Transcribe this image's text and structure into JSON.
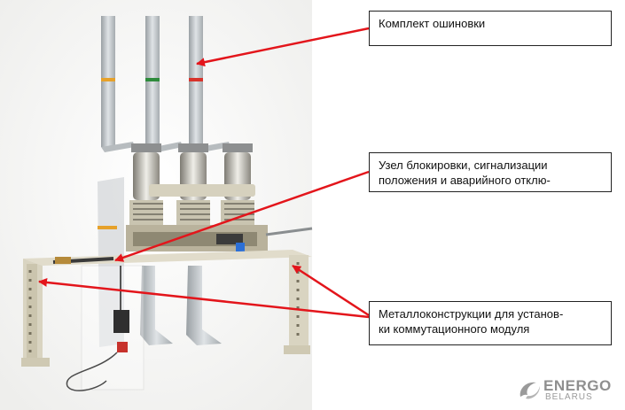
{
  "labels": {
    "busbar_kit": "Комплект ошиновки",
    "interlock_line1": "Узел блокировки, сигнализации",
    "interlock_line2": "положения и аварийного отклю-",
    "frame_line1": "Металлоконструкции для установ-",
    "frame_line2": "ки коммутационного модуля"
  },
  "logo": {
    "line1": "ENERGO",
    "line2": "BELARUS",
    "mark_icon": "swirl-logo-icon"
  },
  "colors": {
    "arrow": "#e3151b",
    "busbar_tag_orange": "#e6a12a",
    "busbar_tag_green": "#2e8b3c",
    "busbar_tag_red": "#d8332b",
    "frame": "#d9d4c1",
    "housing": "#b9b29c"
  }
}
